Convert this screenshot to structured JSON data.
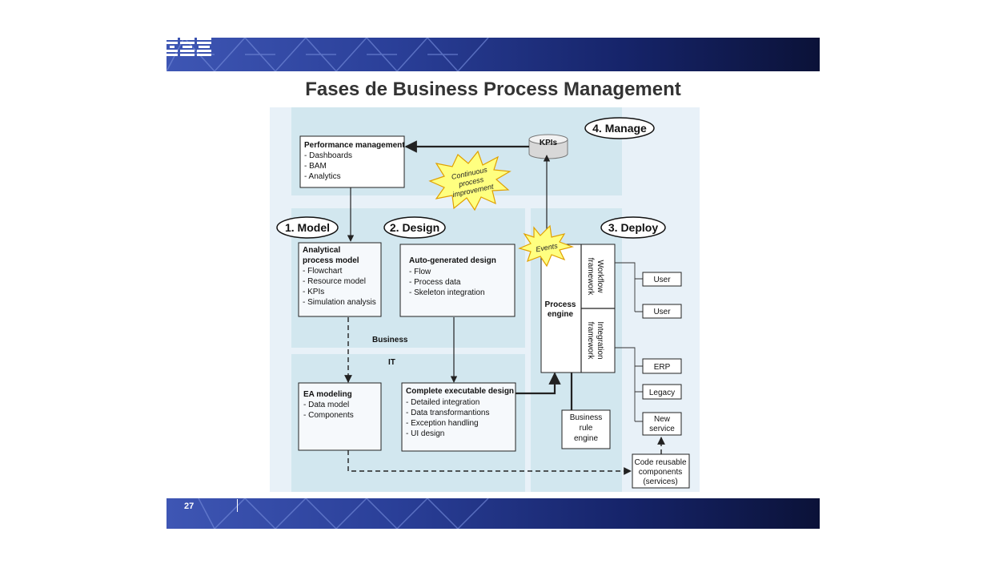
{
  "header": {
    "logo": "IBM"
  },
  "title": "Fases de Business Process Management",
  "footer": {
    "page_number": "27"
  },
  "diagram": {
    "phases": {
      "model": "1. Model",
      "design": "2. Design",
      "deploy": "3. Deploy",
      "manage": "4. Manage"
    },
    "performance": {
      "title": "Performance management",
      "items": [
        "- Dashboards",
        "- BAM",
        "- Analytics"
      ]
    },
    "kpis": "KPIs",
    "continuous": [
      "Continuous",
      "process",
      "improvement"
    ],
    "events": "Events",
    "analytical": {
      "title": [
        "Analytical",
        "process model"
      ],
      "items": [
        "- Flowchart",
        "- Resource model",
        "- KPIs",
        "- Simulation analysis"
      ]
    },
    "autogen": {
      "title": "Auto-generated design",
      "items": [
        "- Flow",
        "- Process data",
        "- Skeleton integration"
      ]
    },
    "business_label": "Business",
    "it_label": "IT",
    "ea": {
      "title": "EA modeling",
      "items": [
        "- Data model",
        "- Components"
      ]
    },
    "executable": {
      "title": "Complete executable design",
      "items": [
        "- Detailed integration",
        "- Data transformantions",
        "- Exception handling",
        "- UI design"
      ]
    },
    "process_engine": [
      "Process",
      "engine"
    ],
    "workflow": [
      "Workflow",
      "framework"
    ],
    "integration": [
      "Integration",
      "framework"
    ],
    "business_rule": [
      "Business",
      "rule",
      "engine"
    ],
    "user1": "User",
    "user2": "User",
    "erp": "ERP",
    "legacy": "Legacy",
    "new_service": [
      "New",
      "service"
    ],
    "code_reusable": [
      "Code reusable",
      "components",
      "(services)"
    ]
  }
}
